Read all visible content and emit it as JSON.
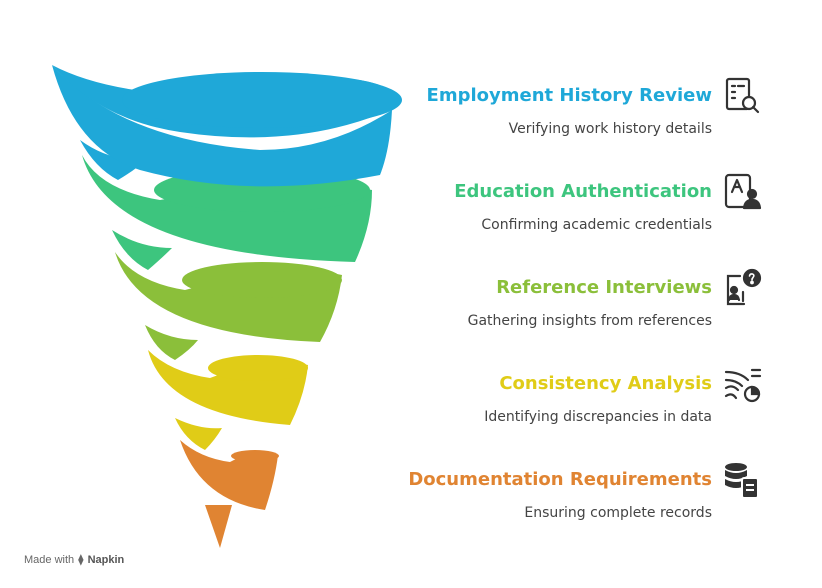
{
  "stages": [
    {
      "title": "Employment History Review",
      "desc": "Verifying work history details",
      "color": "#1FA8D8",
      "icon": "document-search-icon"
    },
    {
      "title": "Education Authentication",
      "desc": "Confirming academic credentials",
      "color": "#3DC57E",
      "icon": "credential-user-icon"
    },
    {
      "title": "Reference Interviews",
      "desc": "Gathering insights from references",
      "color": "#8BBF3A",
      "icon": "question-user-icon"
    },
    {
      "title": "Consistency Analysis",
      "desc": "Identifying discrepancies in data",
      "color": "#E0CC17",
      "icon": "data-streams-chart-icon"
    },
    {
      "title": "Documentation Requirements",
      "desc": "Ensuring complete records",
      "color": "#E08432",
      "icon": "database-document-icon"
    }
  ],
  "footer": {
    "made_with": "Made with",
    "brand": "Napkin"
  }
}
